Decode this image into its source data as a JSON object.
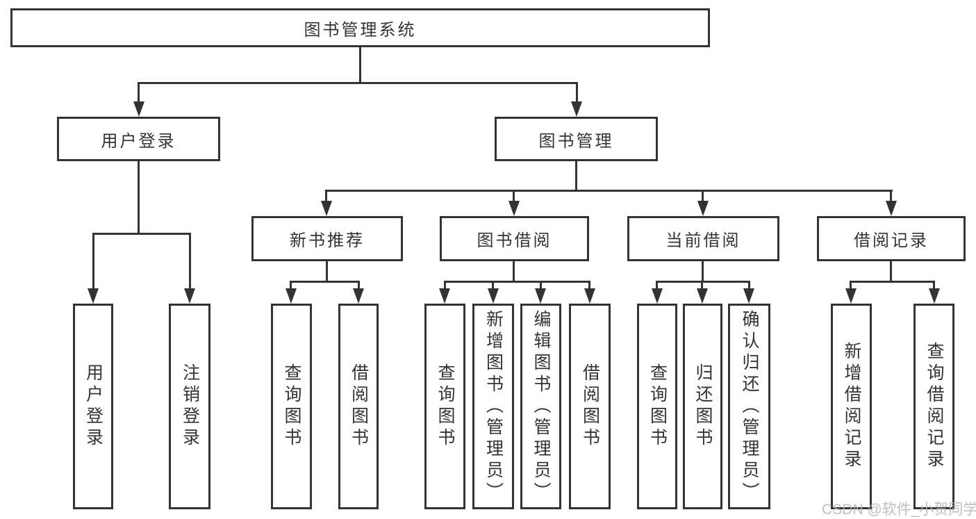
{
  "tree": {
    "label": "图书管理系统",
    "children": [
      {
        "label": "用户登录",
        "children": [
          {
            "label": "用户登录"
          },
          {
            "label": "注销登录"
          }
        ]
      },
      {
        "label": "图书管理",
        "children": [
          {
            "label": "新书推荐",
            "children": [
              {
                "label": "查询图书"
              },
              {
                "label": "借阅图书"
              }
            ]
          },
          {
            "label": "图书借阅",
            "children": [
              {
                "label": "查询图书"
              },
              {
                "label": "新增图书（管理员）"
              },
              {
                "label": "编辑图书（管理员）"
              },
              {
                "label": "借阅图书"
              }
            ]
          },
          {
            "label": "当前借阅",
            "children": [
              {
                "label": "查询图书"
              },
              {
                "label": "归还图书"
              },
              {
                "label": "确认归还（管理员）"
              }
            ]
          },
          {
            "label": "借阅记录",
            "children": [
              {
                "label": "新增借阅记录"
              },
              {
                "label": "查询借阅记录"
              }
            ]
          }
        ]
      }
    ]
  },
  "watermark": {
    "text": "CSDN @软件_小贺同学"
  },
  "colors": {
    "line": "#333333",
    "text": "#333333",
    "watermark": "#b5b5b5",
    "background": "#ffffff"
  }
}
